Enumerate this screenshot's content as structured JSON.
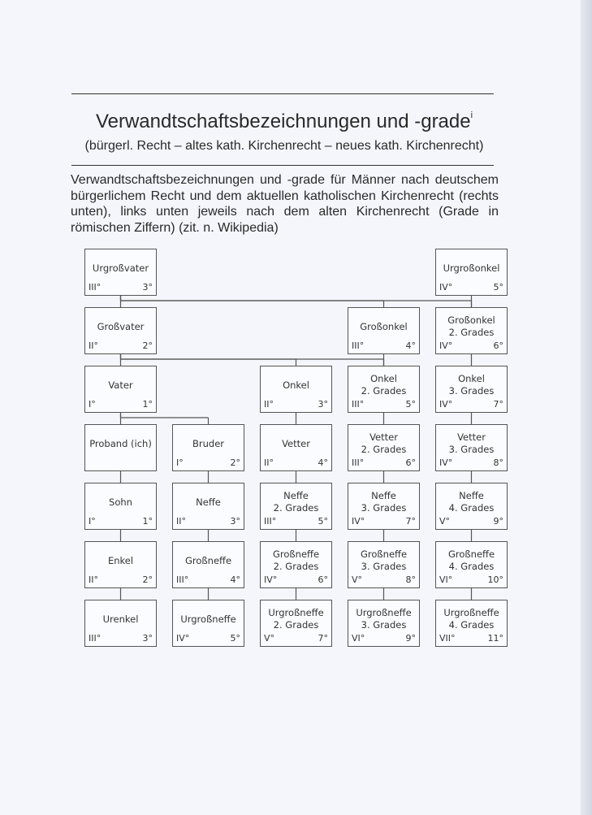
{
  "title": "Verwandtschaftsbezeichnungen und -grade",
  "title_sup": "i",
  "subtitle": "(bürgerl. Recht – altes kath. Kirchenrecht – neues kath. Kirchenrecht)",
  "intro": "Verwandtschaftsbezeichnungen und -grade für Männer nach deutschem bürgerlichem Recht und dem aktuellen katholischen Kirchenrecht (rechts unten), links unten jeweils nach dem alten Kirchenrecht (Grade in römischen Ziffern) (zit. n. Wikipedia)",
  "boxes": [
    {
      "id": "urgrossvater",
      "name": "Urgroßvater",
      "old": "III°",
      "new": "3°"
    },
    {
      "id": "grossvater",
      "name": "Großvater",
      "old": "II°",
      "new": "2°"
    },
    {
      "id": "vater",
      "name": "Vater",
      "old": "I°",
      "new": "1°"
    },
    {
      "id": "proband",
      "name": "Proband (ich)",
      "old": "",
      "new": ""
    },
    {
      "id": "sohn",
      "name": "Sohn",
      "old": "I°",
      "new": "1°"
    },
    {
      "id": "enkel",
      "name": "Enkel",
      "old": "II°",
      "new": "2°"
    },
    {
      "id": "urenkel",
      "name": "Urenkel",
      "old": "III°",
      "new": "3°"
    },
    {
      "id": "bruder",
      "name": "Bruder",
      "old": "I°",
      "new": "2°"
    },
    {
      "id": "neffe",
      "name": "Neffe",
      "old": "II°",
      "new": "3°"
    },
    {
      "id": "grossneffe",
      "name": "Großneffe",
      "old": "III°",
      "new": "4°"
    },
    {
      "id": "urgrossneffe",
      "name": "Urgroßneffe",
      "old": "IV°",
      "new": "5°"
    },
    {
      "id": "onkel",
      "name": "Onkel",
      "old": "II°",
      "new": "3°"
    },
    {
      "id": "vetter",
      "name": "Vetter",
      "old": "II°",
      "new": "4°"
    },
    {
      "id": "neffe-2",
      "name": "Neffe\n2. Grades",
      "old": "III°",
      "new": "5°"
    },
    {
      "id": "grossneffe-2",
      "name": "Großneffe\n2. Grades",
      "old": "IV°",
      "new": "6°"
    },
    {
      "id": "urgrossneffe-2",
      "name": "Urgroßneffe\n2. Grades",
      "old": "V°",
      "new": "7°"
    },
    {
      "id": "grossonkel",
      "name": "Großonkel",
      "old": "III°",
      "new": "4°"
    },
    {
      "id": "onkel-2",
      "name": "Onkel\n2. Grades",
      "old": "III°",
      "new": "5°"
    },
    {
      "id": "vetter-2",
      "name": "Vetter\n2. Grades",
      "old": "III°",
      "new": "6°"
    },
    {
      "id": "neffe-3",
      "name": "Neffe\n3. Grades",
      "old": "IV°",
      "new": "7°"
    },
    {
      "id": "grossneffe-3",
      "name": "Großneffe\n3. Grades",
      "old": "V°",
      "new": "8°"
    },
    {
      "id": "urgrossneffe-3",
      "name": "Urgroßneffe\n3. Grades",
      "old": "VI°",
      "new": "9°"
    },
    {
      "id": "urgrossonkel",
      "name": "Urgroßonkel",
      "old": "IV°",
      "new": "5°"
    },
    {
      "id": "grossonkel-2",
      "name": "Großonkel\n2. Grades",
      "old": "IV°",
      "new": "6°"
    },
    {
      "id": "onkel-3",
      "name": "Onkel\n3. Grades",
      "old": "IV°",
      "new": "7°"
    },
    {
      "id": "vetter-3",
      "name": "Vetter\n3. Grades",
      "old": "IV°",
      "new": "8°"
    },
    {
      "id": "neffe-4",
      "name": "Neffe\n4. Grades",
      "old": "V°",
      "new": "9°"
    },
    {
      "id": "grossneffe-4",
      "name": "Großneffe\n4. Grades",
      "old": "VI°",
      "new": "10°"
    },
    {
      "id": "urgrossneffe-4",
      "name": "Urgroßneffe\n4. Grades",
      "old": "VII°",
      "new": "11°"
    }
  ],
  "edges": [
    [
      "urgrossvater",
      "grossvater"
    ],
    [
      "urgrossvater",
      "grossonkel"
    ],
    [
      "urgrossvater",
      "grossonkel-2"
    ],
    [
      "grossvater",
      "vater"
    ],
    [
      "grossvater",
      "onkel"
    ],
    [
      "grossvater",
      "onkel-2"
    ],
    [
      "vater",
      "proband"
    ],
    [
      "vater",
      "bruder"
    ],
    [
      "proband",
      "sohn"
    ],
    [
      "sohn",
      "enkel"
    ],
    [
      "enkel",
      "urenkel"
    ],
    [
      "bruder",
      "neffe"
    ],
    [
      "neffe",
      "grossneffe"
    ],
    [
      "grossneffe",
      "urgrossneffe"
    ],
    [
      "onkel",
      "vetter"
    ],
    [
      "vetter",
      "neffe-2"
    ],
    [
      "neffe-2",
      "grossneffe-2"
    ],
    [
      "grossneffe-2",
      "urgrossneffe-2"
    ],
    [
      "grossonkel",
      "onkel-2"
    ],
    [
      "onkel-2",
      "vetter-2"
    ],
    [
      "vetter-2",
      "neffe-3"
    ],
    [
      "neffe-3",
      "grossneffe-3"
    ],
    [
      "grossneffe-3",
      "urgrossneffe-3"
    ],
    [
      "urgrossonkel",
      "grossonkel-2"
    ],
    [
      "grossonkel-2",
      "onkel-3"
    ],
    [
      "onkel-3",
      "vetter-3"
    ],
    [
      "vetter-3",
      "neffe-4"
    ],
    [
      "neffe-4",
      "grossneffe-4"
    ],
    [
      "grossneffe-4",
      "urgrossneffe-4"
    ]
  ]
}
